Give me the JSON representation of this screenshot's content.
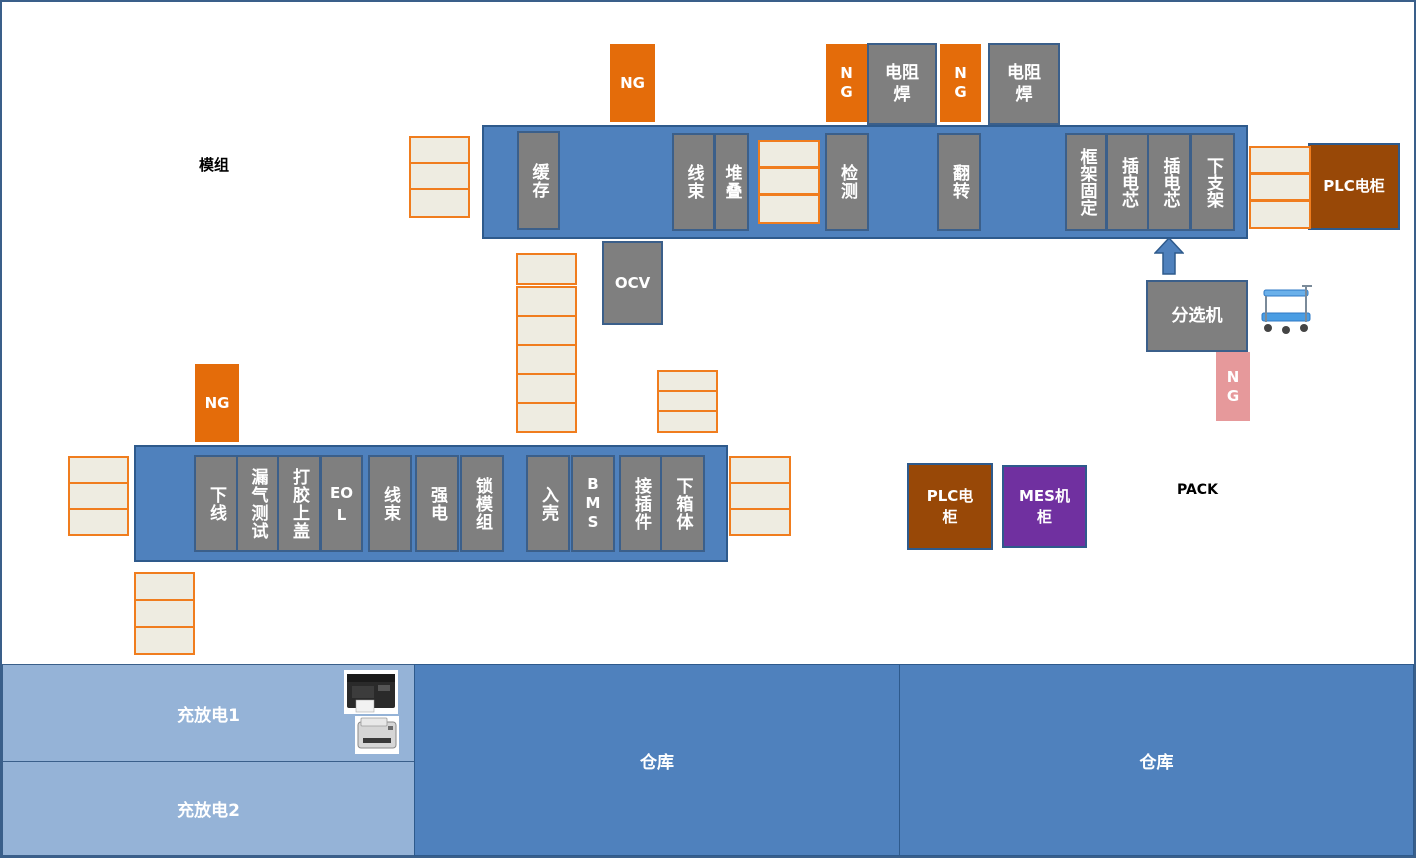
{
  "labels": {
    "module": "模组",
    "pack": "PACK"
  },
  "module_line": {
    "stations": {
      "cache": "缓存",
      "harness": "线束",
      "stack": "堆叠",
      "inspect": "检测",
      "flip": "翻转",
      "frame_fix": "框架固定",
      "insert_cell_1": "插电芯",
      "insert_cell_2": "插电芯",
      "unload_rack": "下支架"
    },
    "welders": [
      "电阻焊",
      "电阻焊"
    ],
    "ng_tags": [
      "NG",
      "NG",
      "NG"
    ],
    "ocv": "OCV",
    "sorter": "分选机",
    "sorter_ng": "NG",
    "plc": "PLC电柜"
  },
  "pack_line": {
    "stations": {
      "offline": "下线",
      "leak_test": "漏气测试",
      "glue_cover": "打胶上盖",
      "eol": "EOL",
      "harness": "线束",
      "hv": "强电",
      "lock_module": "锁模组",
      "case_in": "入壳",
      "bms": "BMS",
      "connector": "接插件",
      "lower_box": "下箱体"
    },
    "ng": "NG",
    "plc": "PLC电柜",
    "mes": "MES机柜"
  },
  "zones": {
    "charge1": "充放电1",
    "charge2": "充放电2",
    "warehouse1": "仓库",
    "warehouse2": "仓库"
  },
  "icons": [
    "cart-icon",
    "label-printer-icon",
    "laser-printer-icon",
    "up-arrow-icon"
  ],
  "colors": {
    "line": "#4f81bd",
    "station": "#7f7f7f",
    "ng": "#e46c0a",
    "buffer_border": "#f07d1e",
    "plc_cabinet": "#984807",
    "mes_cabinet": "#7030a0",
    "zone_light": "#95b3d7",
    "zone_dark": "#4f81bd"
  }
}
